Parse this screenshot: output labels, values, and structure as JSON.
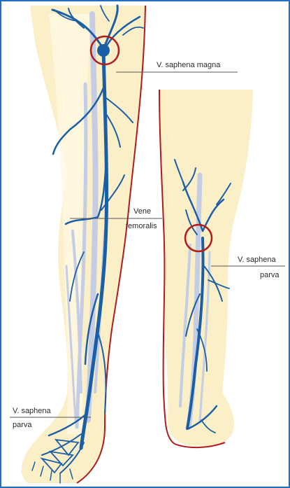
{
  "labels": {
    "saphena_magna": "V. saphena magna",
    "vene": "Vene",
    "femoralis": "femoralis",
    "saphena_parva_right_line1": "V. saphena",
    "saphena_parva_right_line2": "parva",
    "saphena_parva_left_line1": "V. saphena",
    "saphena_parva_left_line2": "parva"
  },
  "colors": {
    "frame_border": "#1f6fc7",
    "skin": "#fbefc8",
    "skin_light": "#fff7e2",
    "outline_red": "#b01c1c",
    "vein_blue": "#1a5fa6",
    "deep_vein": "#c4cde4",
    "callout_circle": "#b01c1c"
  }
}
